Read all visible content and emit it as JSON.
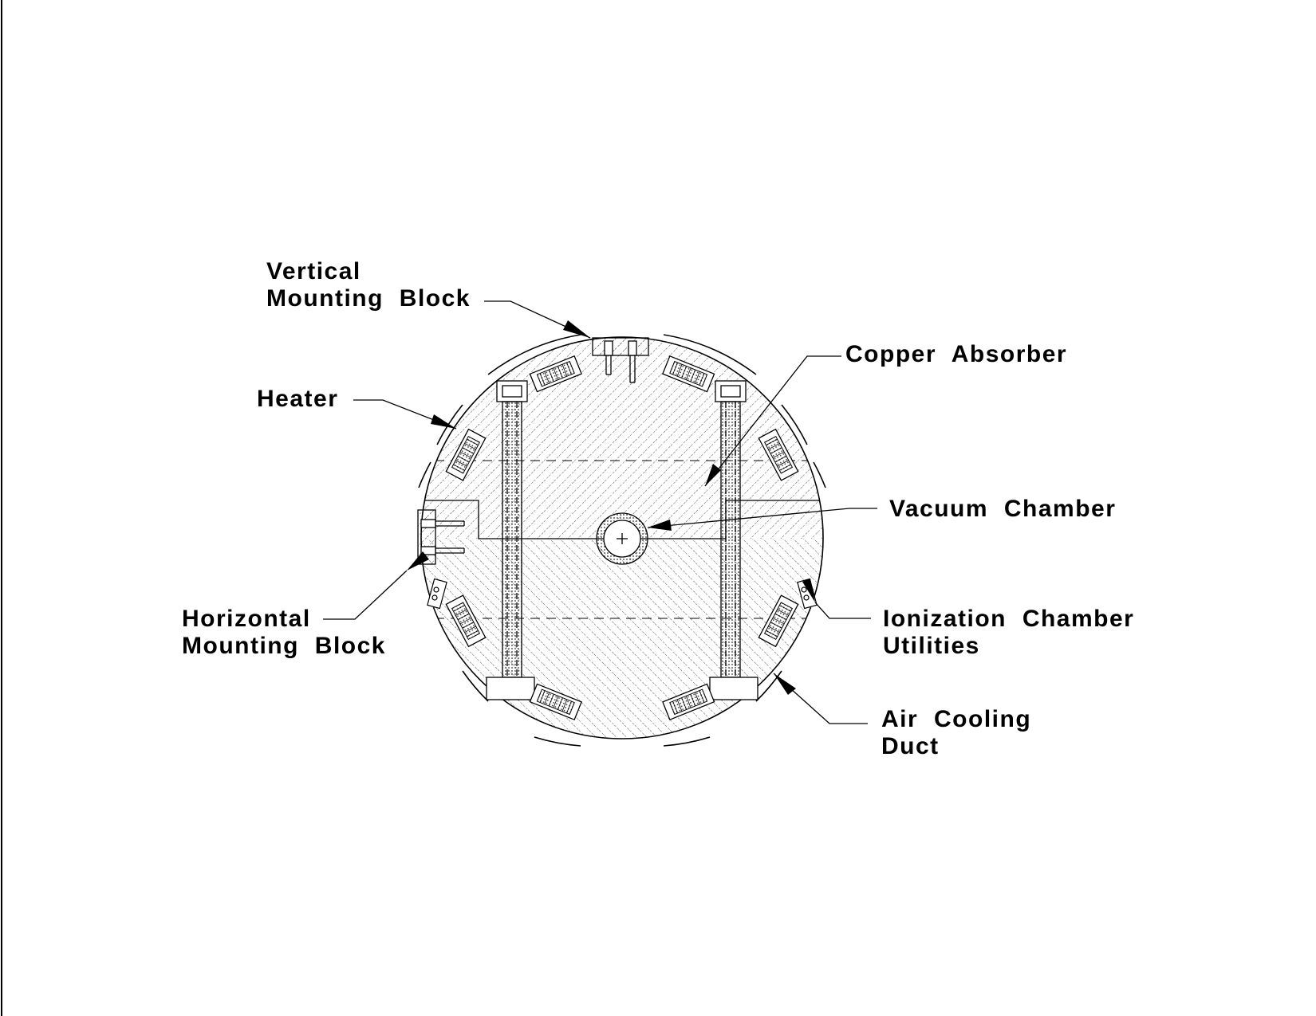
{
  "colors": {
    "ink": "#000000",
    "paper": "#ffffff",
    "hatch": "#555555"
  },
  "labels": {
    "vertical_mounting_block": [
      "Vertical",
      "Mounting  Block"
    ],
    "copper_absorber": [
      "Copper  Absorber"
    ],
    "heater": [
      "Heater"
    ],
    "vacuum_chamber": [
      "Vacuum  Chamber"
    ],
    "horizontal_mounting_block": [
      "Horizontal",
      "Mounting  Block"
    ],
    "ionization_chamber_utilities": [
      "Ionization  Chamber",
      "Utilities"
    ],
    "air_cooling_duct": [
      "Air  Cooling",
      "Duct"
    ]
  },
  "heater_count": 8
}
